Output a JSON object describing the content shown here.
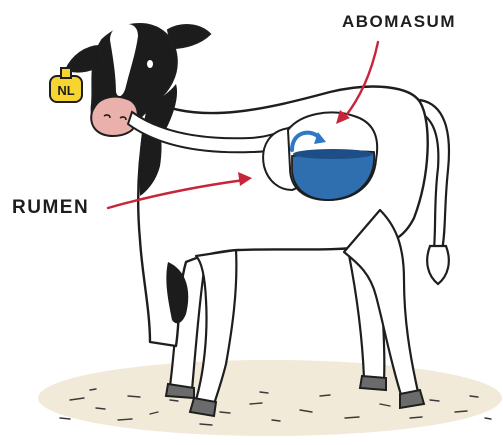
{
  "labels": {
    "abomasum": "ABOMASUM",
    "rumen": "RUMEN"
  },
  "ear_tag": {
    "text": "NL",
    "color": "#f6d531"
  },
  "colors": {
    "outline": "#1e1e1e",
    "arrow": "#c8243a",
    "milk": "#2f6fb0",
    "milk_dark": "#1d4f86",
    "esophagus_arrow": "#2f78c4",
    "black_patch": "#1c1c1c",
    "ground": "#f1ead8",
    "muzzle": "#eab0ab"
  }
}
